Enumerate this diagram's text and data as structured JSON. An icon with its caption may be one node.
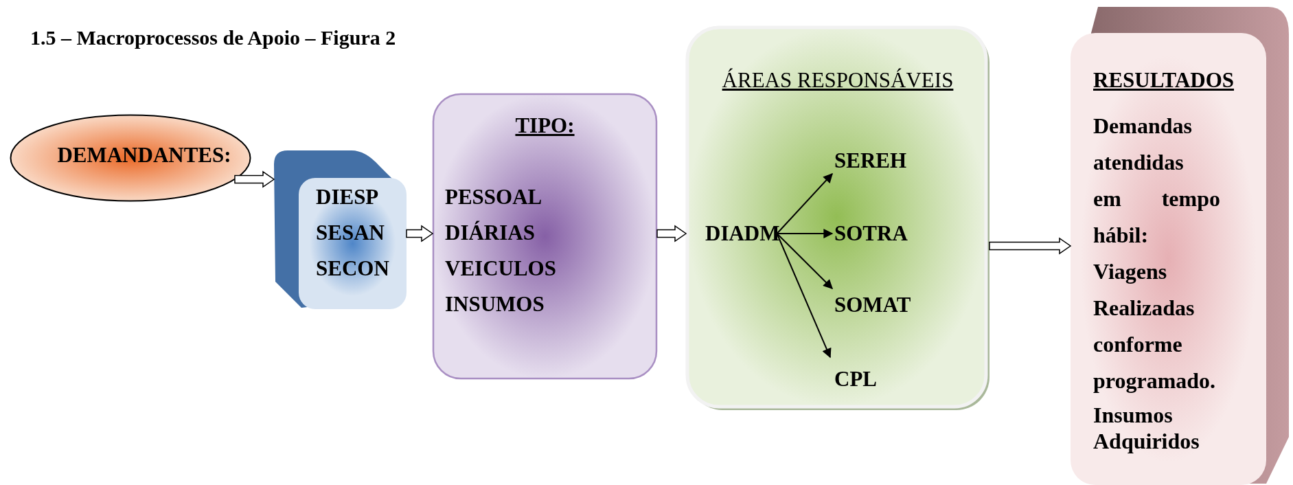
{
  "diagram": {
    "title": "1.5 – Macroprocessos de Apoio – Figura 2",
    "nodes": [
      {
        "text": [
          "DEMANDANTES:"
        ]
      },
      {
        "text": [
          "DIESP",
          "SESAN",
          "SECON"
        ]
      },
      {
        "text": [
          "TIPO:",
          "PESSOAL",
          "DIÁRIAS",
          "VEICULOS",
          "INSUMOS"
        ]
      },
      {
        "text": [
          "ÁREAS RESPONSÁVEIS"
        ]
      },
      {
        "text": [
          "DIADM"
        ],
        "in": 3
      },
      {
        "text": [
          "SEREH"
        ],
        "in": 3
      },
      {
        "text": [
          "SOTRA"
        ],
        "in": 3
      },
      {
        "text": [
          "SOMAT"
        ],
        "in": 3
      },
      {
        "text": [
          "CPL"
        ],
        "in": 3
      },
      {
        "text": [
          "RESULTADOS",
          "Demandas atendidas em tempo hábil:",
          "Viagens Realizadas conforme programado.",
          "Insumos Adquiridos"
        ]
      }
    ],
    "edges": [
      {
        "from": 0,
        "to": 1,
        "arrow": "to",
        "style": "thick"
      },
      {
        "from": 1,
        "to": 2,
        "arrow": "to",
        "style": "thick"
      },
      {
        "from": 2,
        "to": 3,
        "arrow": "to",
        "style": "thick"
      },
      {
        "from": 3,
        "to": 9,
        "arrow": "to",
        "style": "thick"
      },
      {
        "from": 4,
        "to": 5,
        "arrow": "to"
      },
      {
        "from": 4,
        "to": 6,
        "arrow": "to"
      },
      {
        "from": 4,
        "to": 7,
        "arrow": "to"
      },
      {
        "from": 4,
        "to": 8,
        "arrow": "to"
      }
    ]
  }
}
